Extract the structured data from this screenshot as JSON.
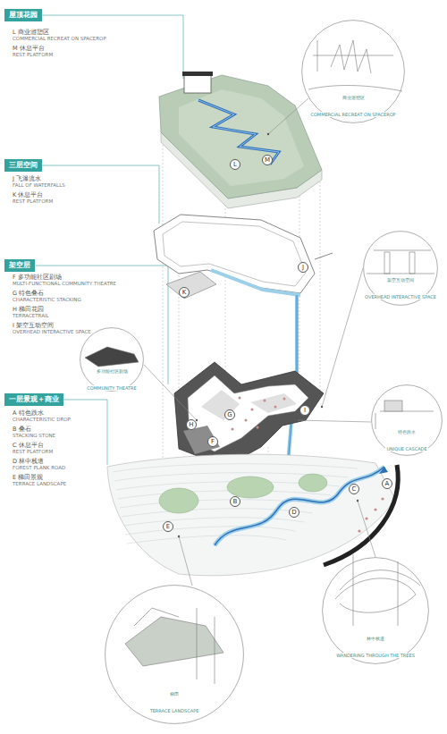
{
  "diagram": {
    "nodes": [
      {
        "text": [
          "屋顶花园"
        ]
      },
      {
        "text": [
          "三层空间"
        ]
      },
      {
        "text": [
          "架空层"
        ]
      },
      {
        "text": [
          "一层景观＋商业"
        ]
      },
      {
        "text": [
          "商业游憩区",
          "COMMERCIAL RECREAT ON SPACEROP"
        ]
      },
      {
        "text": [
          "架空互动空间",
          "OVERHEAD INTERACTIVE SPACE"
        ]
      },
      {
        "text": [
          "多功能社区剧场",
          "COMMUNITY THEATRE"
        ]
      },
      {
        "text": [
          "特色跌水",
          "UNIQUE CASCADE"
        ]
      },
      {
        "text": [
          "林中栈道",
          "WANDERING THROUGH THE TREES"
        ]
      },
      {
        "text": [
          "梯田",
          "TERRACE LANDSCAPE"
        ]
      }
    ],
    "labels": [
      "L 商业游憩区",
      "COMMERCIAL RECREAT ON SPACEROP",
      "M 休息平台",
      "REST PLATFORM",
      "J 飞瀑流水",
      "FALL OF WATERFALLS",
      "K 休息平台",
      "REST PLATFORM",
      "F 多功能社区剧场",
      "MULTI-FUNCTIONAL COMMUNITY THEATRE",
      "G 特色叠石",
      "CHARACTERISTIC STACKING",
      "H 梯田花园",
      "TERRACETRAIL",
      "I 架空互动空间",
      "OVERHEAD INTERACTIVE SPACE",
      "A 特色跌水",
      "CHARACTERISTIC DROP",
      "B 叠石",
      "STACKING STONE",
      "C 休息平台",
      "REST PLATFORM",
      "D 林中栈道",
      "FOREST PLANK ROAD",
      "E 梯田景观",
      "TERRACE LANDSCAPE",
      "L",
      "M",
      "K",
      "J",
      "F",
      "G",
      "H",
      "I",
      "A",
      "B",
      "C",
      "D",
      "E"
    ]
  }
}
